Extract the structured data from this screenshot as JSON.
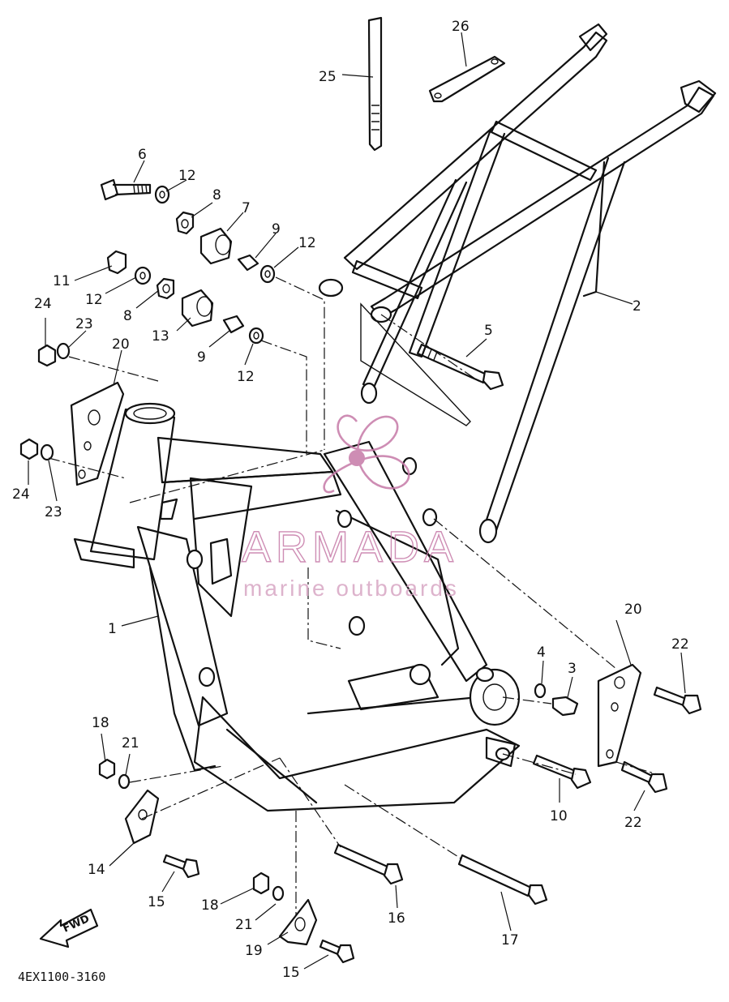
{
  "diagram": {
    "drawing_code": "4EX1100-3160",
    "fwd_label": "FWD",
    "watermark": {
      "brand": "ARMADA",
      "tagline": "marine outboards",
      "color": "#c67aa8"
    },
    "callouts": [
      {
        "id": "c1",
        "label": "1"
      },
      {
        "id": "c2",
        "label": "2"
      },
      {
        "id": "c3",
        "label": "3"
      },
      {
        "id": "c4",
        "label": "4"
      },
      {
        "id": "c5",
        "label": "5"
      },
      {
        "id": "c6",
        "label": "6"
      },
      {
        "id": "c7",
        "label": "7"
      },
      {
        "id": "c8a",
        "label": "8"
      },
      {
        "id": "c8b",
        "label": "8"
      },
      {
        "id": "c9a",
        "label": "9"
      },
      {
        "id": "c9b",
        "label": "9"
      },
      {
        "id": "c10",
        "label": "10"
      },
      {
        "id": "c11",
        "label": "11"
      },
      {
        "id": "c12a",
        "label": "12"
      },
      {
        "id": "c12b",
        "label": "12"
      },
      {
        "id": "c12c",
        "label": "12"
      },
      {
        "id": "c12d",
        "label": "12"
      },
      {
        "id": "c13",
        "label": "13"
      },
      {
        "id": "c14",
        "label": "14"
      },
      {
        "id": "c15a",
        "label": "15"
      },
      {
        "id": "c15b",
        "label": "15"
      },
      {
        "id": "c16",
        "label": "16"
      },
      {
        "id": "c17",
        "label": "17"
      },
      {
        "id": "c18a",
        "label": "18"
      },
      {
        "id": "c18b",
        "label": "18"
      },
      {
        "id": "c19",
        "label": "19"
      },
      {
        "id": "c20a",
        "label": "20"
      },
      {
        "id": "c20b",
        "label": "20"
      },
      {
        "id": "c21a",
        "label": "21"
      },
      {
        "id": "c21b",
        "label": "21"
      },
      {
        "id": "c22a",
        "label": "22"
      },
      {
        "id": "c22b",
        "label": "22"
      },
      {
        "id": "c23a",
        "label": "23"
      },
      {
        "id": "c23b",
        "label": "23"
      },
      {
        "id": "c24a",
        "label": "24"
      },
      {
        "id": "c24b",
        "label": "24"
      },
      {
        "id": "c25",
        "label": "25"
      },
      {
        "id": "c26",
        "label": "26"
      }
    ]
  }
}
